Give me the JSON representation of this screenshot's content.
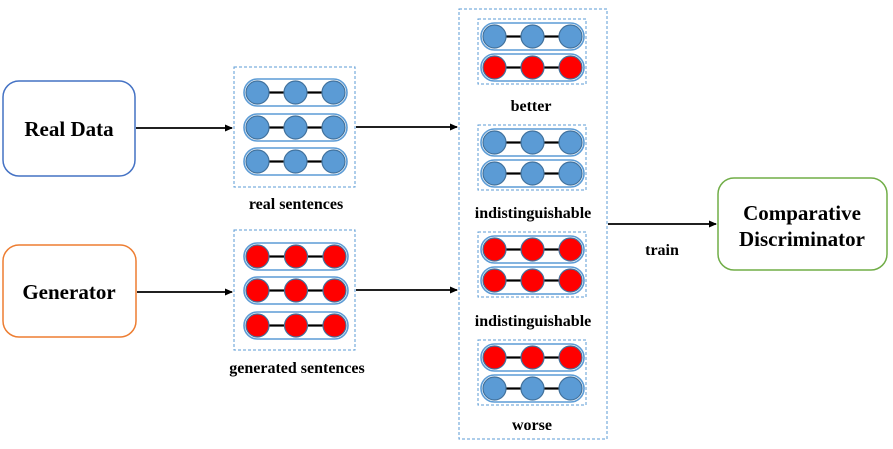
{
  "colors": {
    "real_data_border": "#4472C4",
    "generator_border": "#ED7D31",
    "discriminator_border": "#70AD47",
    "dashed_border": "#5B9BD5",
    "real_node_fill": "#5B9BD5",
    "real_node_stroke": "#41719C",
    "fake_node_fill": "#FF0000",
    "fake_node_stroke": "#41719C",
    "pill_stroke": "#5B9BD5",
    "arrow": "#000000"
  },
  "nodes": {
    "real_data": {
      "label": "Real Data"
    },
    "generator": {
      "label": "Generator"
    },
    "discriminator": {
      "label_line1": "Comparative",
      "label_line2": "Discriminator"
    }
  },
  "groups": {
    "real_sentences": {
      "label": "real sentences",
      "rows": [
        "real",
        "real",
        "real"
      ]
    },
    "generated_sentences": {
      "label": "generated sentences",
      "rows": [
        "fake",
        "fake",
        "fake"
      ]
    }
  },
  "pairs": [
    {
      "label": "better",
      "rows": [
        "real",
        "fake"
      ]
    },
    {
      "label": "indistinguishable",
      "rows": [
        "real",
        "real"
      ]
    },
    {
      "label": "indistinguishable",
      "rows": [
        "fake",
        "fake"
      ]
    },
    {
      "label": "worse",
      "rows": [
        "fake",
        "real"
      ]
    }
  ],
  "edges": {
    "train_label": "train"
  },
  "tokens_per_sentence": 3
}
